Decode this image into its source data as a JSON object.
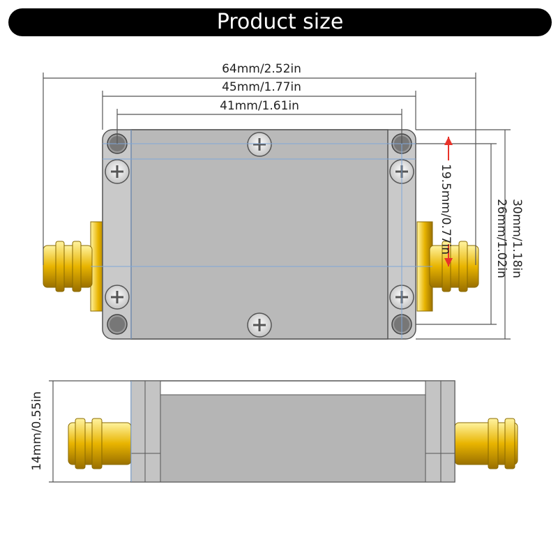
{
  "title": "Product size",
  "dimensions": {
    "overall_length": "64mm/2.52in",
    "mounting_span": "45mm/1.77in",
    "hole_spacing": "41mm/1.61in",
    "overall_height": "30mm/1.18in",
    "body_height": "26mm/1.02in",
    "connector_offset": "19.5mm/0.77in",
    "thickness": "14mm/0.55in"
  },
  "colors": {
    "banner": "#000000",
    "body": "#bfbfbf",
    "connector": "#e8b400",
    "dim_line": "#555555",
    "guide_line": "#7fa7d9",
    "arrow_red": "#e8332a"
  }
}
